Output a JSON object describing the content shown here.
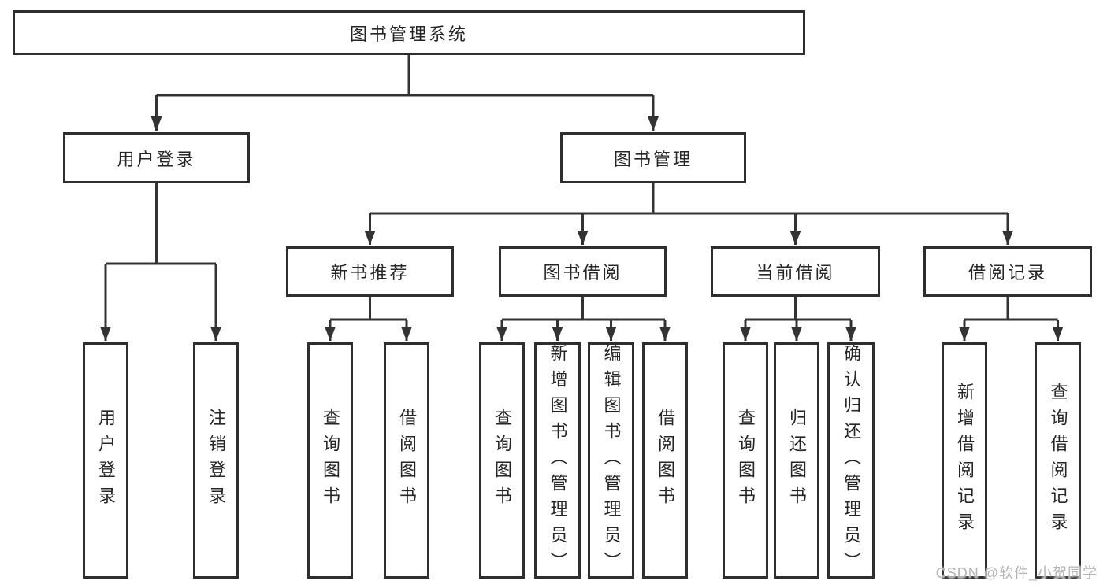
{
  "diagram": {
    "type": "hierarchy",
    "root": {
      "label": "图书管理系统"
    },
    "branches": [
      {
        "label": "用户登录",
        "children": [
          {
            "label": "用户登录"
          },
          {
            "label": "注销登录"
          }
        ]
      },
      {
        "label": "图书管理",
        "children": [
          {
            "label": "新书推荐",
            "children": [
              {
                "label": "查询图书"
              },
              {
                "label": "借阅图书"
              }
            ]
          },
          {
            "label": "图书借阅",
            "children": [
              {
                "label": "查询图书"
              },
              {
                "label": "新增图书（管理员）"
              },
              {
                "label": "编辑图书（管理员）"
              },
              {
                "label": "借阅图书"
              }
            ]
          },
          {
            "label": "当前借阅",
            "children": [
              {
                "label": "查询图书"
              },
              {
                "label": "归还图书"
              },
              {
                "label": "确认归还（管理员）"
              }
            ]
          },
          {
            "label": "借阅记录",
            "children": [
              {
                "label": "新增借阅记录"
              },
              {
                "label": "查询借阅记录"
              }
            ]
          }
        ]
      }
    ],
    "colors": {
      "border": "#2e2e2e",
      "text": "#262626",
      "connector": "#333333",
      "canvas": "#ffffff",
      "watermark": "#b3b3b3"
    }
  },
  "watermark": {
    "text": "CSDN @软件_小贺同学"
  }
}
